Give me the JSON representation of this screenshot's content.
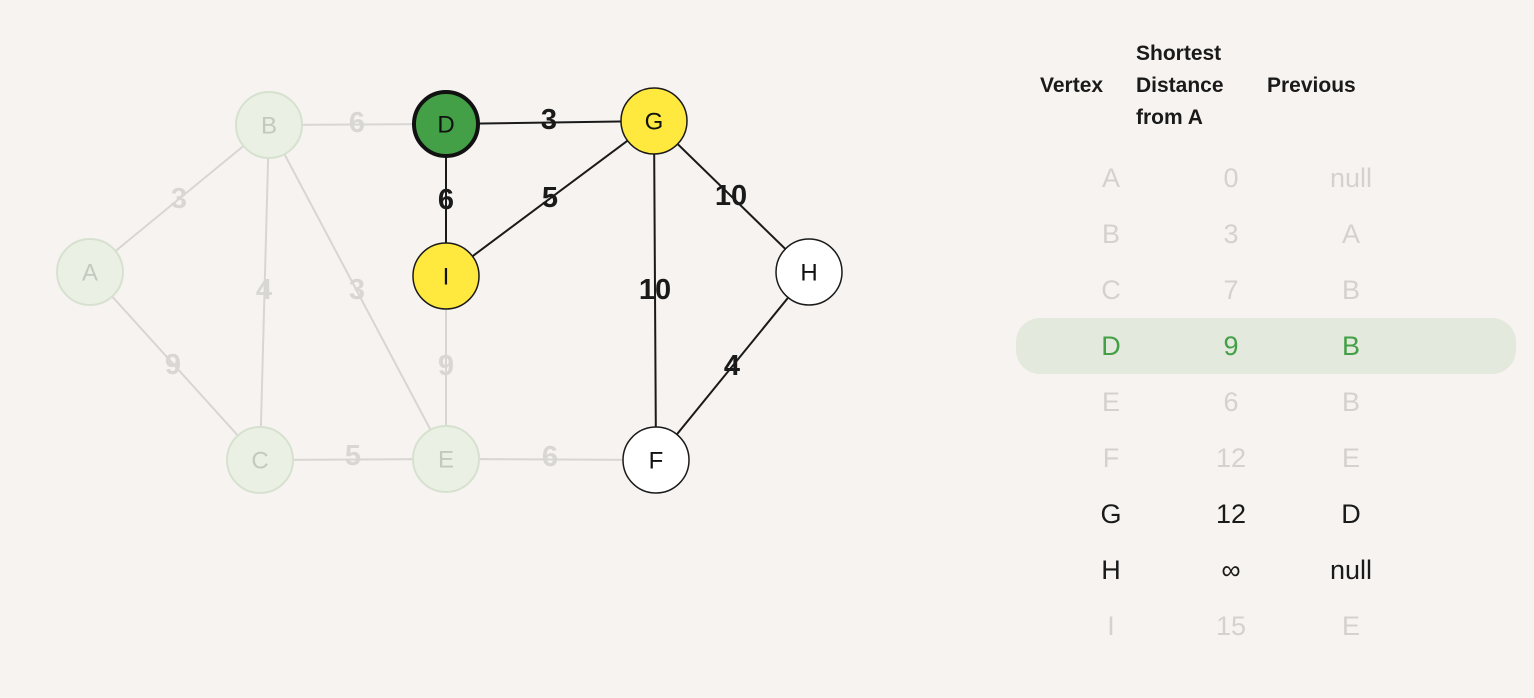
{
  "colors": {
    "background": "#f7f3f0",
    "visited_fill": "#eaf0e4",
    "visited_stroke": "#d6e2cf",
    "visited_text": "#c3c9be",
    "current_fill": "#43a047",
    "frontier_fill": "#ffe93f",
    "unvisited_fill": "#ffffff",
    "active_edge": "#1a1a1a",
    "faded_edge": "#d8d6d2",
    "highlight_row": "#e3e9dc",
    "highlight_text": "#43a047"
  },
  "graph": {
    "nodes": [
      {
        "id": "A",
        "label": "A",
        "state": "visited"
      },
      {
        "id": "B",
        "label": "B",
        "state": "visited"
      },
      {
        "id": "C",
        "label": "C",
        "state": "visited"
      },
      {
        "id": "D",
        "label": "D",
        "state": "current"
      },
      {
        "id": "E",
        "label": "E",
        "state": "visited"
      },
      {
        "id": "F",
        "label": "F",
        "state": "unvisited"
      },
      {
        "id": "G",
        "label": "G",
        "state": "frontier"
      },
      {
        "id": "H",
        "label": "H",
        "state": "unvisited"
      },
      {
        "id": "I",
        "label": "I",
        "state": "frontier"
      }
    ],
    "edges": [
      {
        "from": "A",
        "to": "B",
        "weight": "3",
        "state": "faded"
      },
      {
        "from": "A",
        "to": "C",
        "weight": "9",
        "state": "faded"
      },
      {
        "from": "B",
        "to": "D",
        "weight": "6",
        "state": "faded"
      },
      {
        "from": "B",
        "to": "C",
        "weight": "4",
        "state": "faded"
      },
      {
        "from": "B",
        "to": "E",
        "weight": "3",
        "state": "faded"
      },
      {
        "from": "C",
        "to": "E",
        "weight": "5",
        "state": "faded"
      },
      {
        "from": "E",
        "to": "F",
        "weight": "6",
        "state": "faded"
      },
      {
        "from": "I",
        "to": "E",
        "weight": "9",
        "state": "faded"
      },
      {
        "from": "D",
        "to": "G",
        "weight": "3",
        "state": "active"
      },
      {
        "from": "D",
        "to": "I",
        "weight": "6",
        "state": "active"
      },
      {
        "from": "I",
        "to": "G",
        "weight": "5",
        "state": "active"
      },
      {
        "from": "G",
        "to": "H",
        "weight": "10",
        "state": "active"
      },
      {
        "from": "G",
        "to": "F",
        "weight": "10",
        "state": "active"
      },
      {
        "from": "H",
        "to": "F",
        "weight": "4",
        "state": "active"
      }
    ]
  },
  "table": {
    "headers": {
      "vertex": "Vertex",
      "distance": [
        "Shortest",
        "Distance",
        "from A"
      ],
      "previous": "Previous"
    },
    "rows": [
      {
        "vertex": "A",
        "distance": "0",
        "previous": "null",
        "state": "faded"
      },
      {
        "vertex": "B",
        "distance": "3",
        "previous": "A",
        "state": "faded"
      },
      {
        "vertex": "C",
        "distance": "7",
        "previous": "B",
        "state": "faded"
      },
      {
        "vertex": "D",
        "distance": "9",
        "previous": "B",
        "state": "highlight"
      },
      {
        "vertex": "E",
        "distance": "6",
        "previous": "B",
        "state": "faded"
      },
      {
        "vertex": "F",
        "distance": "12",
        "previous": "E",
        "state": "faded"
      },
      {
        "vertex": "G",
        "distance": "12",
        "previous": "D",
        "state": "pending"
      },
      {
        "vertex": "H",
        "distance": "∞",
        "previous": "null",
        "state": "pending"
      },
      {
        "vertex": "I",
        "distance": "15",
        "previous": "E",
        "state": "faded"
      }
    ]
  }
}
